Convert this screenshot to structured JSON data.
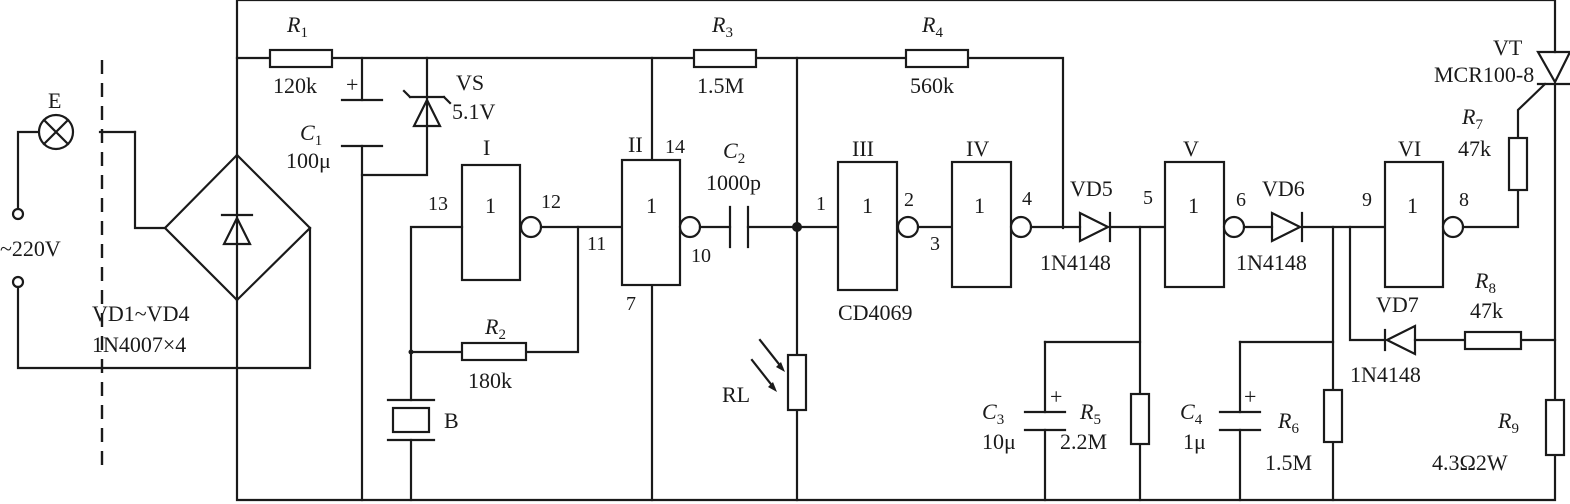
{
  "lamp": {
    "label": "E"
  },
  "mains": {
    "label": "~220V"
  },
  "bridge": {
    "label_line1": "VD1~VD4",
    "label_line2": "1N4007×4"
  },
  "r1": {
    "ref": "R",
    "sub": "1",
    "value": "120k"
  },
  "c1": {
    "ref": "C",
    "sub": "1",
    "value": "100μ",
    "plus": "+"
  },
  "vs": {
    "ref": "VS",
    "value": "5.1V"
  },
  "buzzer": {
    "label": "B"
  },
  "r2": {
    "ref": "R",
    "sub": "2",
    "value": "180k"
  },
  "r3": {
    "ref": "R",
    "sub": "3",
    "value": "1.5M"
  },
  "r4": {
    "ref": "R",
    "sub": "4",
    "value": "560k"
  },
  "c2": {
    "ref": "C",
    "sub": "2",
    "value": "1000p"
  },
  "rl": {
    "label": "RL"
  },
  "ic": {
    "label": "CD4069"
  },
  "gates": [
    {
      "id": "I",
      "body": "1",
      "pin_in": "13",
      "pin_out": "12"
    },
    {
      "id": "II",
      "body": "1",
      "pin_in": "11",
      "pin_out": "10",
      "pin_vdd": "14",
      "pin_gnd": "7"
    },
    {
      "id": "III",
      "body": "1",
      "pin_in": "1",
      "pin_out": "2"
    },
    {
      "id": "IV",
      "body": "1",
      "pin_in": "3",
      "pin_out": "4"
    },
    {
      "id": "V",
      "body": "1",
      "pin_in": "5",
      "pin_out": "6"
    },
    {
      "id": "VI",
      "body": "1",
      "pin_in": "9",
      "pin_out": "8"
    }
  ],
  "vd5": {
    "ref": "VD5",
    "value": "1N4148"
  },
  "vd6": {
    "ref": "VD6",
    "value": "1N4148"
  },
  "vd7": {
    "ref": "VD7",
    "value": "1N4148"
  },
  "c3": {
    "ref": "C",
    "sub": "3",
    "value": "10μ",
    "plus": "+"
  },
  "r5": {
    "ref": "R",
    "sub": "5",
    "value": "2.2M"
  },
  "c4": {
    "ref": "C",
    "sub": "4",
    "value": "1μ",
    "plus": "+"
  },
  "r6": {
    "ref": "R",
    "sub": "6",
    "value": "1.5M"
  },
  "vt": {
    "ref": "VT",
    "value": "MCR100-8"
  },
  "r7": {
    "ref": "R",
    "sub": "7",
    "value": "47k"
  },
  "r8": {
    "ref": "R",
    "sub": "8",
    "value": "47k"
  },
  "r9": {
    "ref": "R",
    "sub": "9",
    "value": "4.3Ω2W"
  }
}
